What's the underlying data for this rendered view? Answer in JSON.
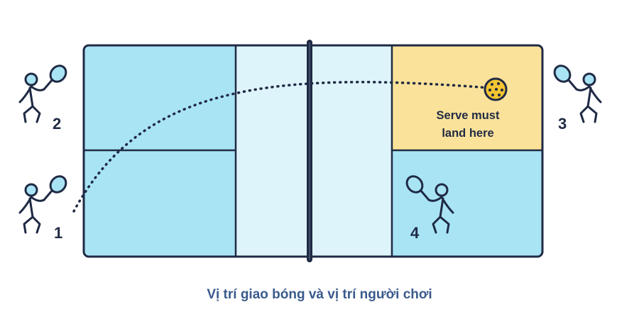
{
  "zone_label": {
    "line1": "Serve must",
    "line2": "land here"
  },
  "players": [
    {
      "number": "2",
      "icon": "pickleball-player-icon"
    },
    {
      "number": "1",
      "icon": "pickleball-player-icon"
    },
    {
      "number": "3",
      "icon": "pickleball-player-icon"
    },
    {
      "number": "4",
      "icon": "pickleball-player-icon"
    }
  ],
  "ball_icon": "pickleball-icon",
  "caption": "Vị trí giao bóng và vị trí người chơi",
  "colors": {
    "court_blue": "#a9e4f5",
    "kitchen_blue": "#ddf4fa",
    "target_yellow": "#fbe29a",
    "outline": "#1f2a44",
    "caption": "#3a5a8c"
  }
}
